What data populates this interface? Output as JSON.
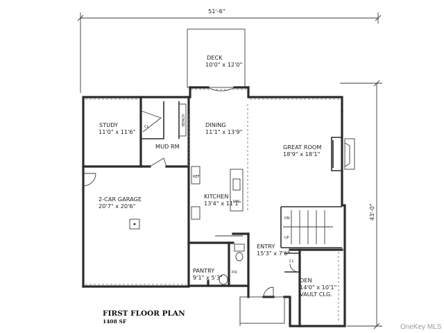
{
  "dimensions": {
    "width_label": "51'-6\"",
    "depth_label": "43'-0\""
  },
  "rooms": {
    "deck": {
      "name": "DECK",
      "size": "10'0\" x 12'0\""
    },
    "study": {
      "name": "STUDY",
      "size": "11'0\" x 11'6\""
    },
    "closet_mud": {
      "name": "CL"
    },
    "bench": {
      "name": "BENCH"
    },
    "mud_room": {
      "name": "MUD RM"
    },
    "dining": {
      "name": "DINING",
      "size": "11'1\" x 13'9\""
    },
    "great_room": {
      "name": "GREAT ROOM",
      "size": "18'9\" x 18'1\""
    },
    "garage": {
      "name": "2-CAR GARAGE",
      "size": "20'7\" x 20'6\""
    },
    "kitchen": {
      "name": "KITCHEN",
      "size": "13'4\" x 11'1\""
    },
    "refrigerator": {
      "name": "REF"
    },
    "dishwasher": {
      "name": "DW"
    },
    "stair_dn": {
      "name": "DN"
    },
    "stair_up": {
      "name": "UP"
    },
    "pantry": {
      "name": "PANTRY",
      "size": "9'1\" x 5'3\""
    },
    "powder_room": {
      "name": "P.R."
    },
    "entry": {
      "name": "ENTRY",
      "size": "15'3\" x 7'6\""
    },
    "closet_entry": {
      "name": "CL"
    },
    "den": {
      "name": "DEN",
      "size": "14'0\" x 10'1\"",
      "note": "VAULT CLG."
    }
  },
  "title": {
    "heading": "FIRST FLOOR PLAN",
    "area": "1408 SF"
  },
  "watermark": "OneKey MLS"
}
